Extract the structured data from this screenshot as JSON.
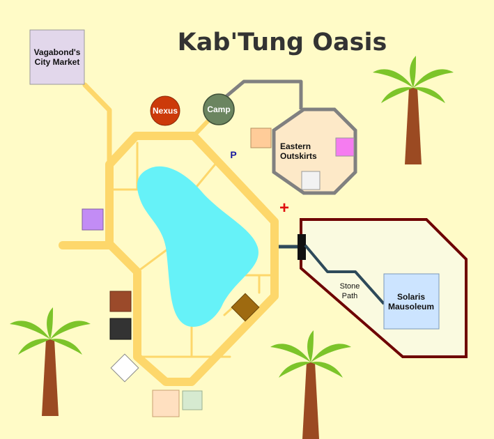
{
  "title": "Kab'Tung Oasis",
  "colors": {
    "background": "#fffbc7",
    "road": "#fdd76b",
    "water": "#66f2f8",
    "rock_path": "#808080",
    "stone_path": "#2e4a5a",
    "mausoleum_wall": "#6e0000",
    "palm_leaf": "#7cc42a",
    "palm_trunk": "#9b4a22"
  },
  "places": {
    "market": "Vagabond's City Market",
    "market_line1": "Vagabond's",
    "market_line2": "City Market",
    "nexus": "Nexus",
    "camp": "Camp",
    "outskirts_line1": "Eastern",
    "outskirts_line2": "Outskirts",
    "mausoleum_line1": "Solaris",
    "mausoleum_line2": "Mausoleum",
    "stone_path_line1": "Stone",
    "stone_path_line2": "Path",
    "parking": "P",
    "healer": "+"
  },
  "icons": {
    "palm": "palm-tree-icon",
    "healer": "red-cross-icon",
    "parking": "parking-icon"
  }
}
